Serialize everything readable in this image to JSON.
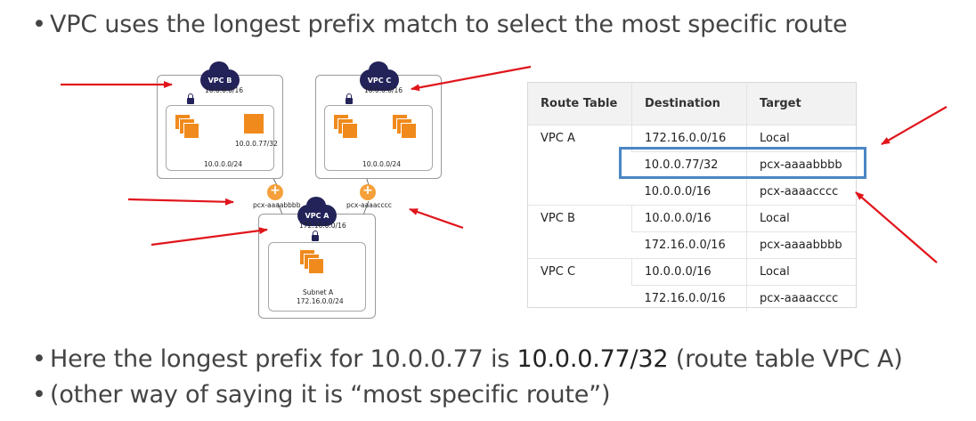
{
  "bullets": {
    "top": "VPC uses the longest prefix match to select the most specific route",
    "bottom1_pre": "Here the longest prefix for 10.0.0.77 is ",
    "bottom1_hl": "10.0.0.77/32",
    "bottom1_post": " (route table VPC A)",
    "bottom2": "(other way of saying it is “most specific route”)"
  },
  "diagram": {
    "vpc_b": {
      "name": "VPC B",
      "cidr": "10.0.0.0/16",
      "subnet": "10.0.0.0/24",
      "instance_ip": "10.0.0.77/32"
    },
    "vpc_c": {
      "name": "VPC C",
      "cidr": "10.0.0.0/16",
      "subnet": "10.0.0.0/24"
    },
    "vpc_a": {
      "name": "VPC A",
      "cidr": "172.16.0.0/16",
      "subnet_name": "Subnet A",
      "subnet": "172.16.0.0/24"
    },
    "peering_ab": "pcx-aaaabbbb",
    "peering_ac": "pcx-aaaacccc"
  },
  "route_table": {
    "headers": [
      "Route Table",
      "Destination",
      "Target"
    ],
    "groups": [
      {
        "name": "VPC A",
        "rows": [
          {
            "destination": "172.16.0.0/16",
            "target": "Local"
          },
          {
            "destination": "10.0.0.77/32",
            "target": "pcx-aaaabbbb"
          },
          {
            "destination": "10.0.0.0/16",
            "target": "pcx-aaaacccc"
          }
        ]
      },
      {
        "name": "VPC B",
        "rows": [
          {
            "destination": "10.0.0.0/16",
            "target": "Local"
          },
          {
            "destination": "172.16.0.0/16",
            "target": "pcx-aaaabbbb"
          }
        ]
      },
      {
        "name": "VPC C",
        "rows": [
          {
            "destination": "10.0.0.0/16",
            "target": "Local"
          },
          {
            "destination": "172.16.0.0/16",
            "target": "pcx-aaaacccc"
          }
        ]
      }
    ]
  },
  "colors": {
    "arrow": "#e0151b",
    "highlight_box": "#4a86c5",
    "vpc_cloud": "#23235a",
    "instance": "#f08a1c"
  }
}
